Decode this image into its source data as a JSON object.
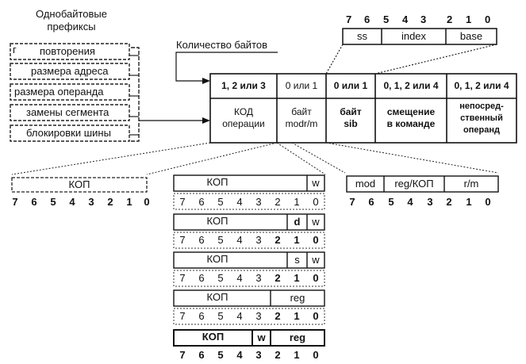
{
  "title": "Однобайтовые\nпрефиксы",
  "prefixes": [
    "повторения",
    "размера адреса",
    "размера операнда",
    "замены сегмента",
    "блокировки шины"
  ],
  "bytes_label": "Количество  байтов",
  "counts": [
    "1, 2 или 3",
    "0 или 1",
    "0 или 1",
    "0, 1, 2 или 4",
    "0, 1, 2 или 4"
  ],
  "fields": [
    "КОД\nоперации",
    "байт\nmodr/m",
    "байт\nsib",
    "смещение\nв команде",
    "непосред-\nственный\nоперанд"
  ],
  "sib_fields": [
    "ss",
    "index",
    "base"
  ],
  "bits": [
    "7",
    "6",
    "5",
    "4",
    "3",
    "2",
    "1",
    "0"
  ],
  "kop": "КОП",
  "modrm_fields": [
    "mod",
    "reg/КОП",
    "r/m"
  ],
  "flags": {
    "w": "w",
    "d": "d",
    "s": "s",
    "reg": "reg"
  }
}
